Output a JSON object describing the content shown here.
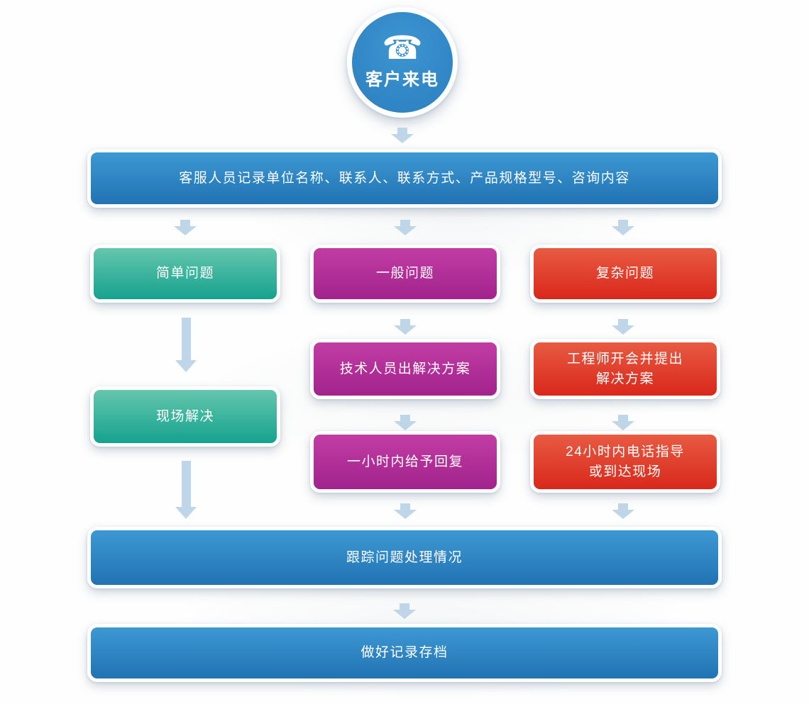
{
  "colors": {
    "arrow": "#bfd6e8",
    "blue-top": "#3d98d3",
    "blue-bottom": "#2173b2",
    "teal-top": "#65c6ad",
    "teal-bottom": "#15a28f",
    "magenta-top": "#c13da4",
    "magenta-bottom": "#a1238c",
    "red-top": "#e85b42",
    "red-bottom": "#d9271b",
    "circle-top": "#3c95d1",
    "circle-bottom": "#2b7fbe"
  },
  "start": {
    "icon": {
      "name": "phone-icon",
      "glyph": "☎"
    },
    "label": "客户来电"
  },
  "steps": {
    "record": "客服人员记录单位名称、联系人、联系方式、产品规格型号、咨询内容",
    "track": "跟踪问题处理情况",
    "archive": "做好记录存档"
  },
  "branches": {
    "simple": {
      "title": "简单问题",
      "step1": "现场解决"
    },
    "general": {
      "title": "一般问题",
      "step1": "技术人员出解决方案",
      "step2": "一小时内给予回复"
    },
    "complex": {
      "title": "复杂问题",
      "step1": "工程师开会并提出\n解决方案",
      "step2": "24小时内电话指导\n或到达现场"
    }
  }
}
